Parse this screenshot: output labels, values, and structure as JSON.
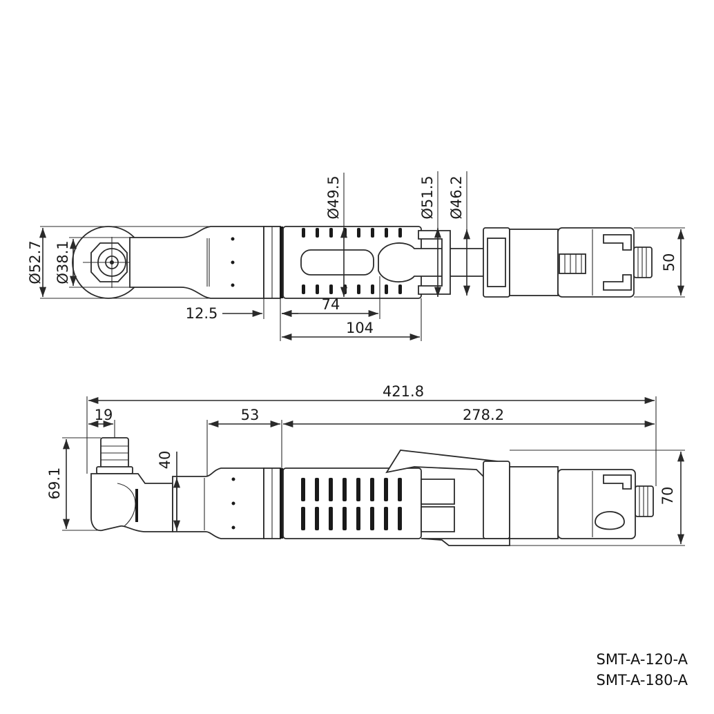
{
  "top_view": {
    "dia_outer": "Ø52.7",
    "dia_inner": "Ø38.1",
    "dia_grip": "Ø49.5",
    "dia_ring": "Ø51.5",
    "dia_rear": "Ø46.2",
    "dim_offset": "12.5",
    "dim_grip_len": "74",
    "dim_section": "104",
    "dim_height": "50"
  },
  "side_view": {
    "dim_total": "421.8",
    "dim_head": "19",
    "dim_neck": "53",
    "dim_body": "278.2",
    "dim_head_height": "69.1",
    "dim_neck_dia": "40",
    "dim_height": "70"
  },
  "models": [
    "SMT-A-120-A",
    "SMT-A-180-A"
  ]
}
